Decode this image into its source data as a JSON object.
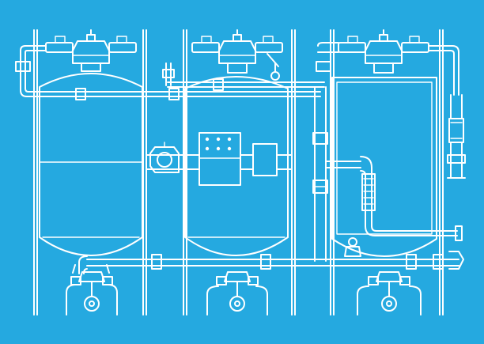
{
  "colors": {
    "background": "#25a9e0",
    "line": "#ffffff"
  },
  "diagram": {
    "subject": "water-filtration-system",
    "tank_count": 3,
    "control_panel_indicator_lights": 6
  }
}
